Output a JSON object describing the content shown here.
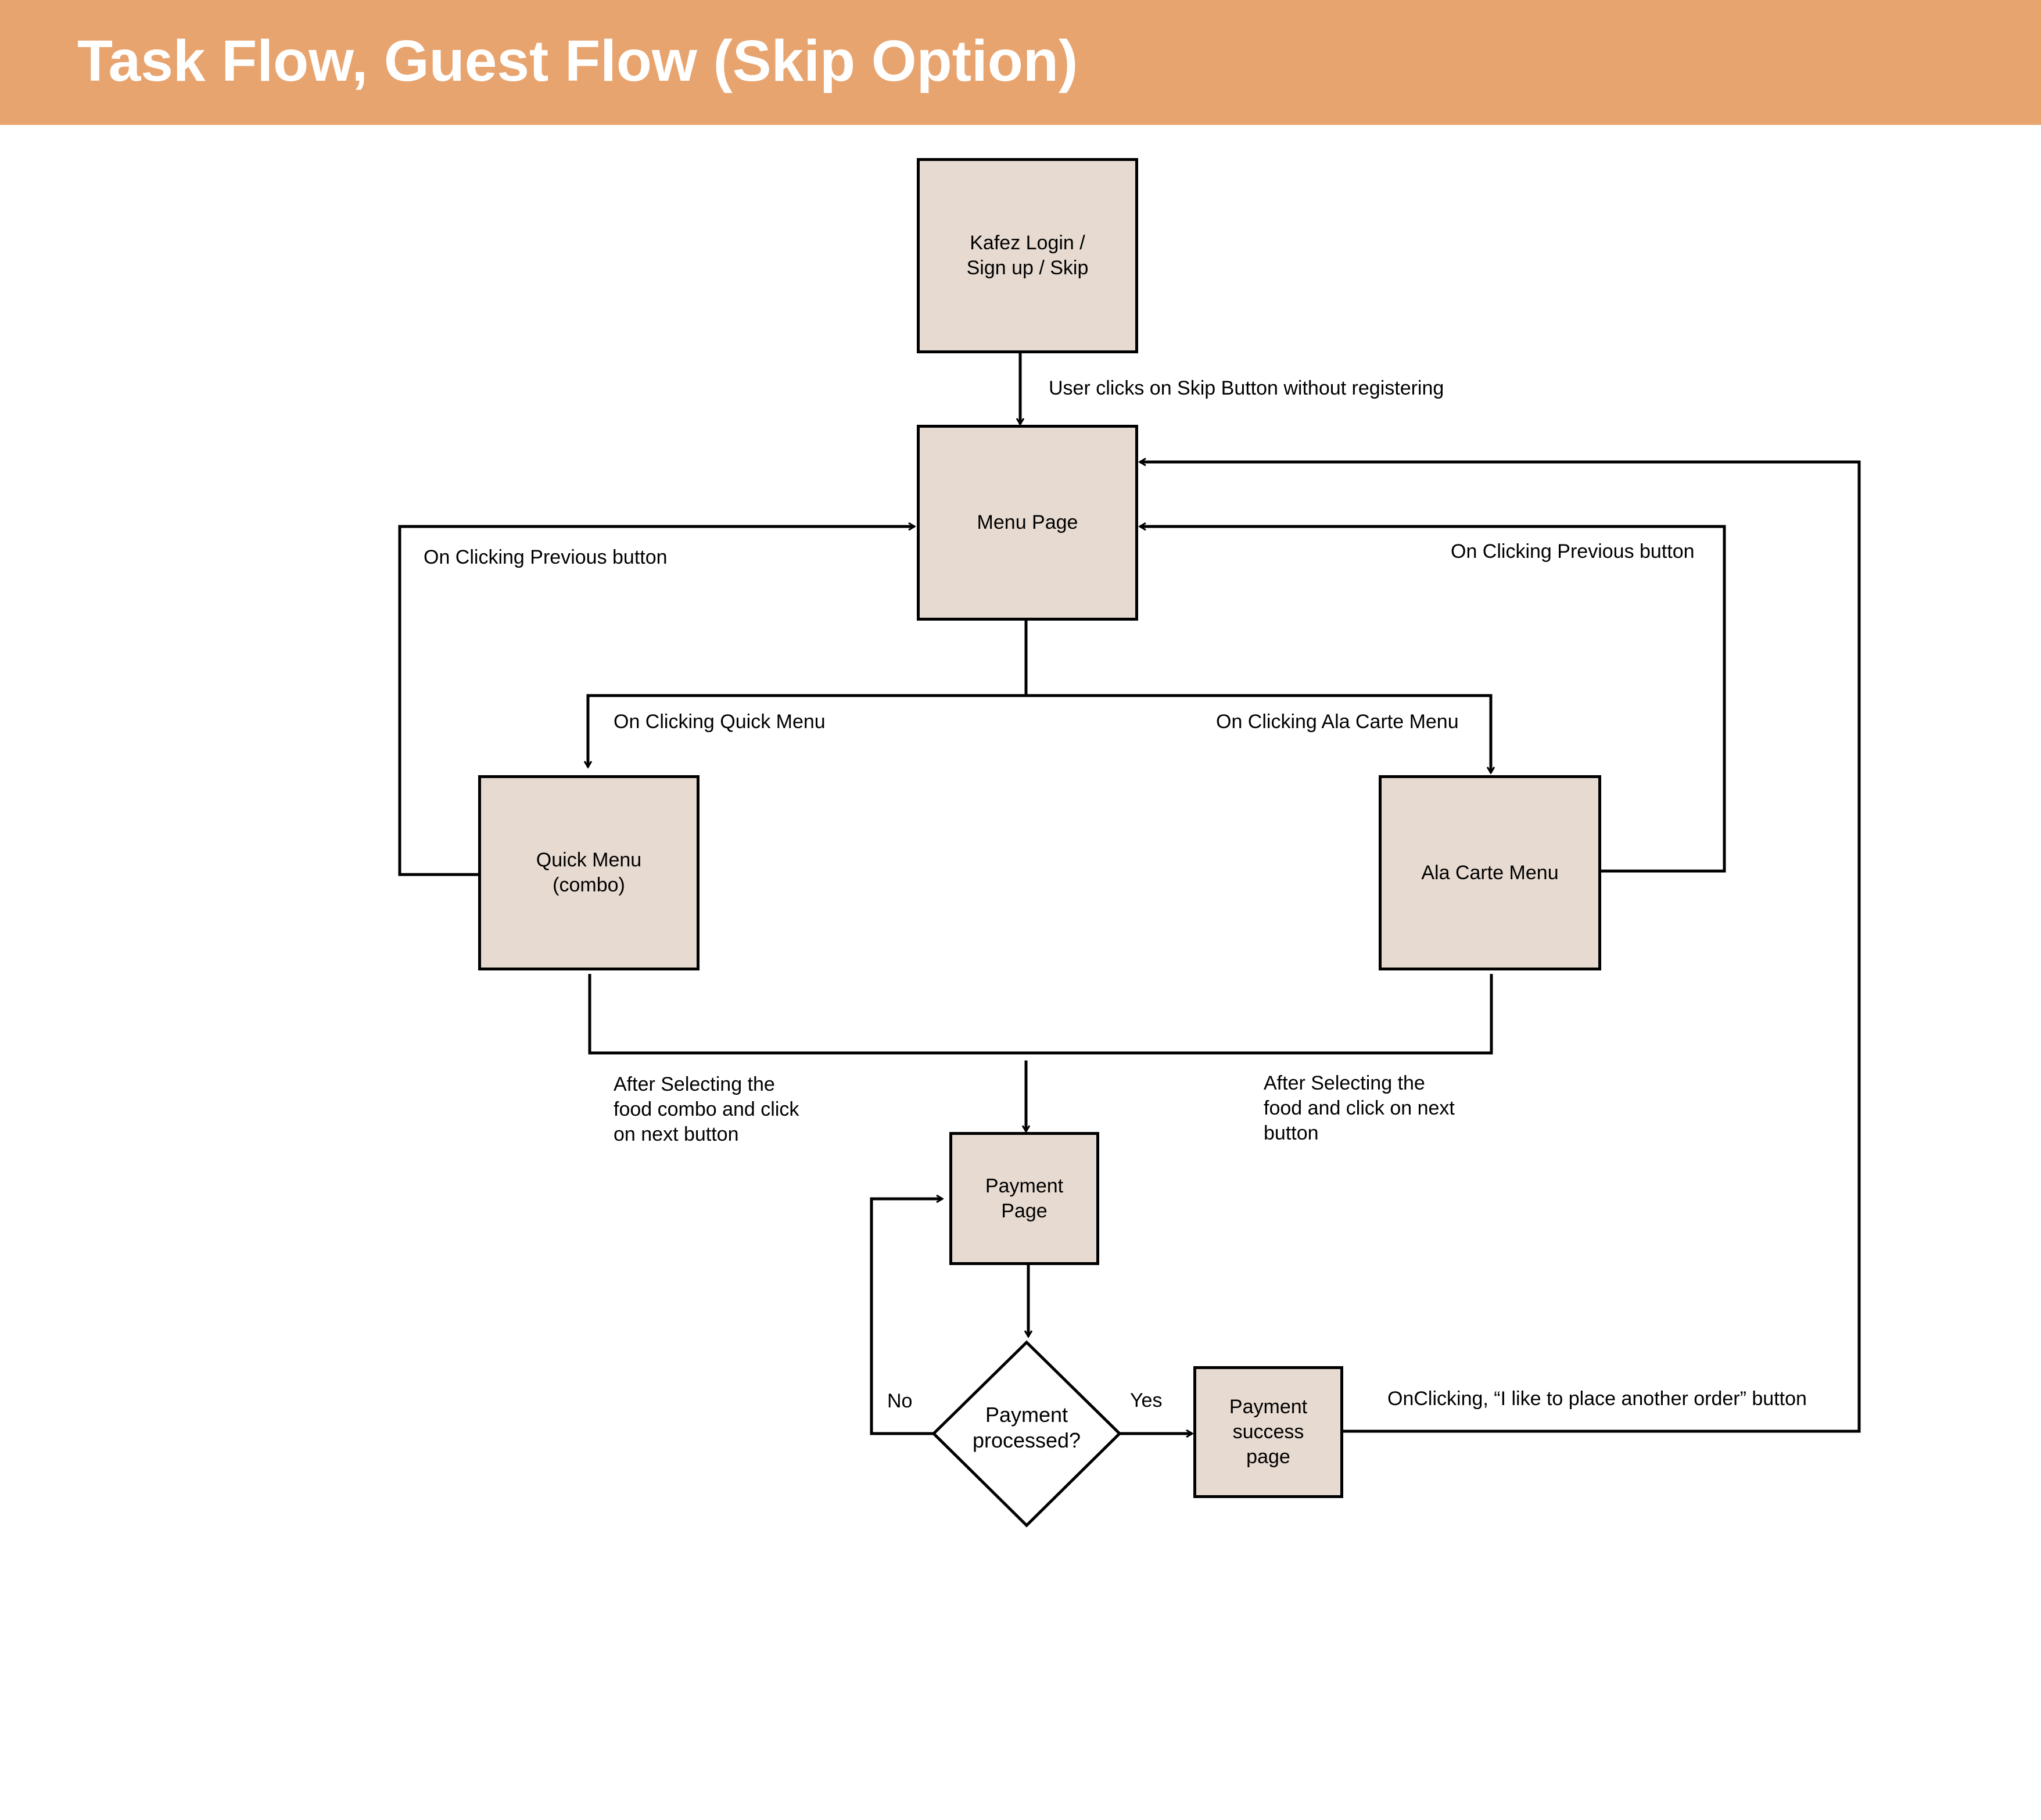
{
  "title": "Task Flow, Guest Flow (Skip Option)",
  "colors": {
    "banner": "#e8a46f",
    "node_fill": "#e7dbd1",
    "stroke": "#000000"
  },
  "nodes": {
    "login": "Kafez Login /\nSign up / Skip",
    "menu": "Menu Page",
    "quick": "Quick Menu\n(combo)",
    "alacarte": "Ala Carte Menu",
    "payment": "Payment\nPage",
    "decision": "Payment\nprocessed?",
    "success": "Payment\nsuccess\npage"
  },
  "labels": {
    "skip": "User clicks on Skip Button without registering",
    "prev_left": "On Clicking Previous button",
    "prev_right": "On Clicking Previous button",
    "quick_menu": "On Clicking Quick Menu",
    "ala_carte_menu": "On Clicking Ala Carte Menu",
    "after_combo": "After Selecting the\nfood combo and click\non next button",
    "after_food": "After Selecting the\nfood and click on next\nbutton",
    "no": "No",
    "yes": "Yes",
    "another_order": "OnClicking, “I like to place another order” button"
  }
}
